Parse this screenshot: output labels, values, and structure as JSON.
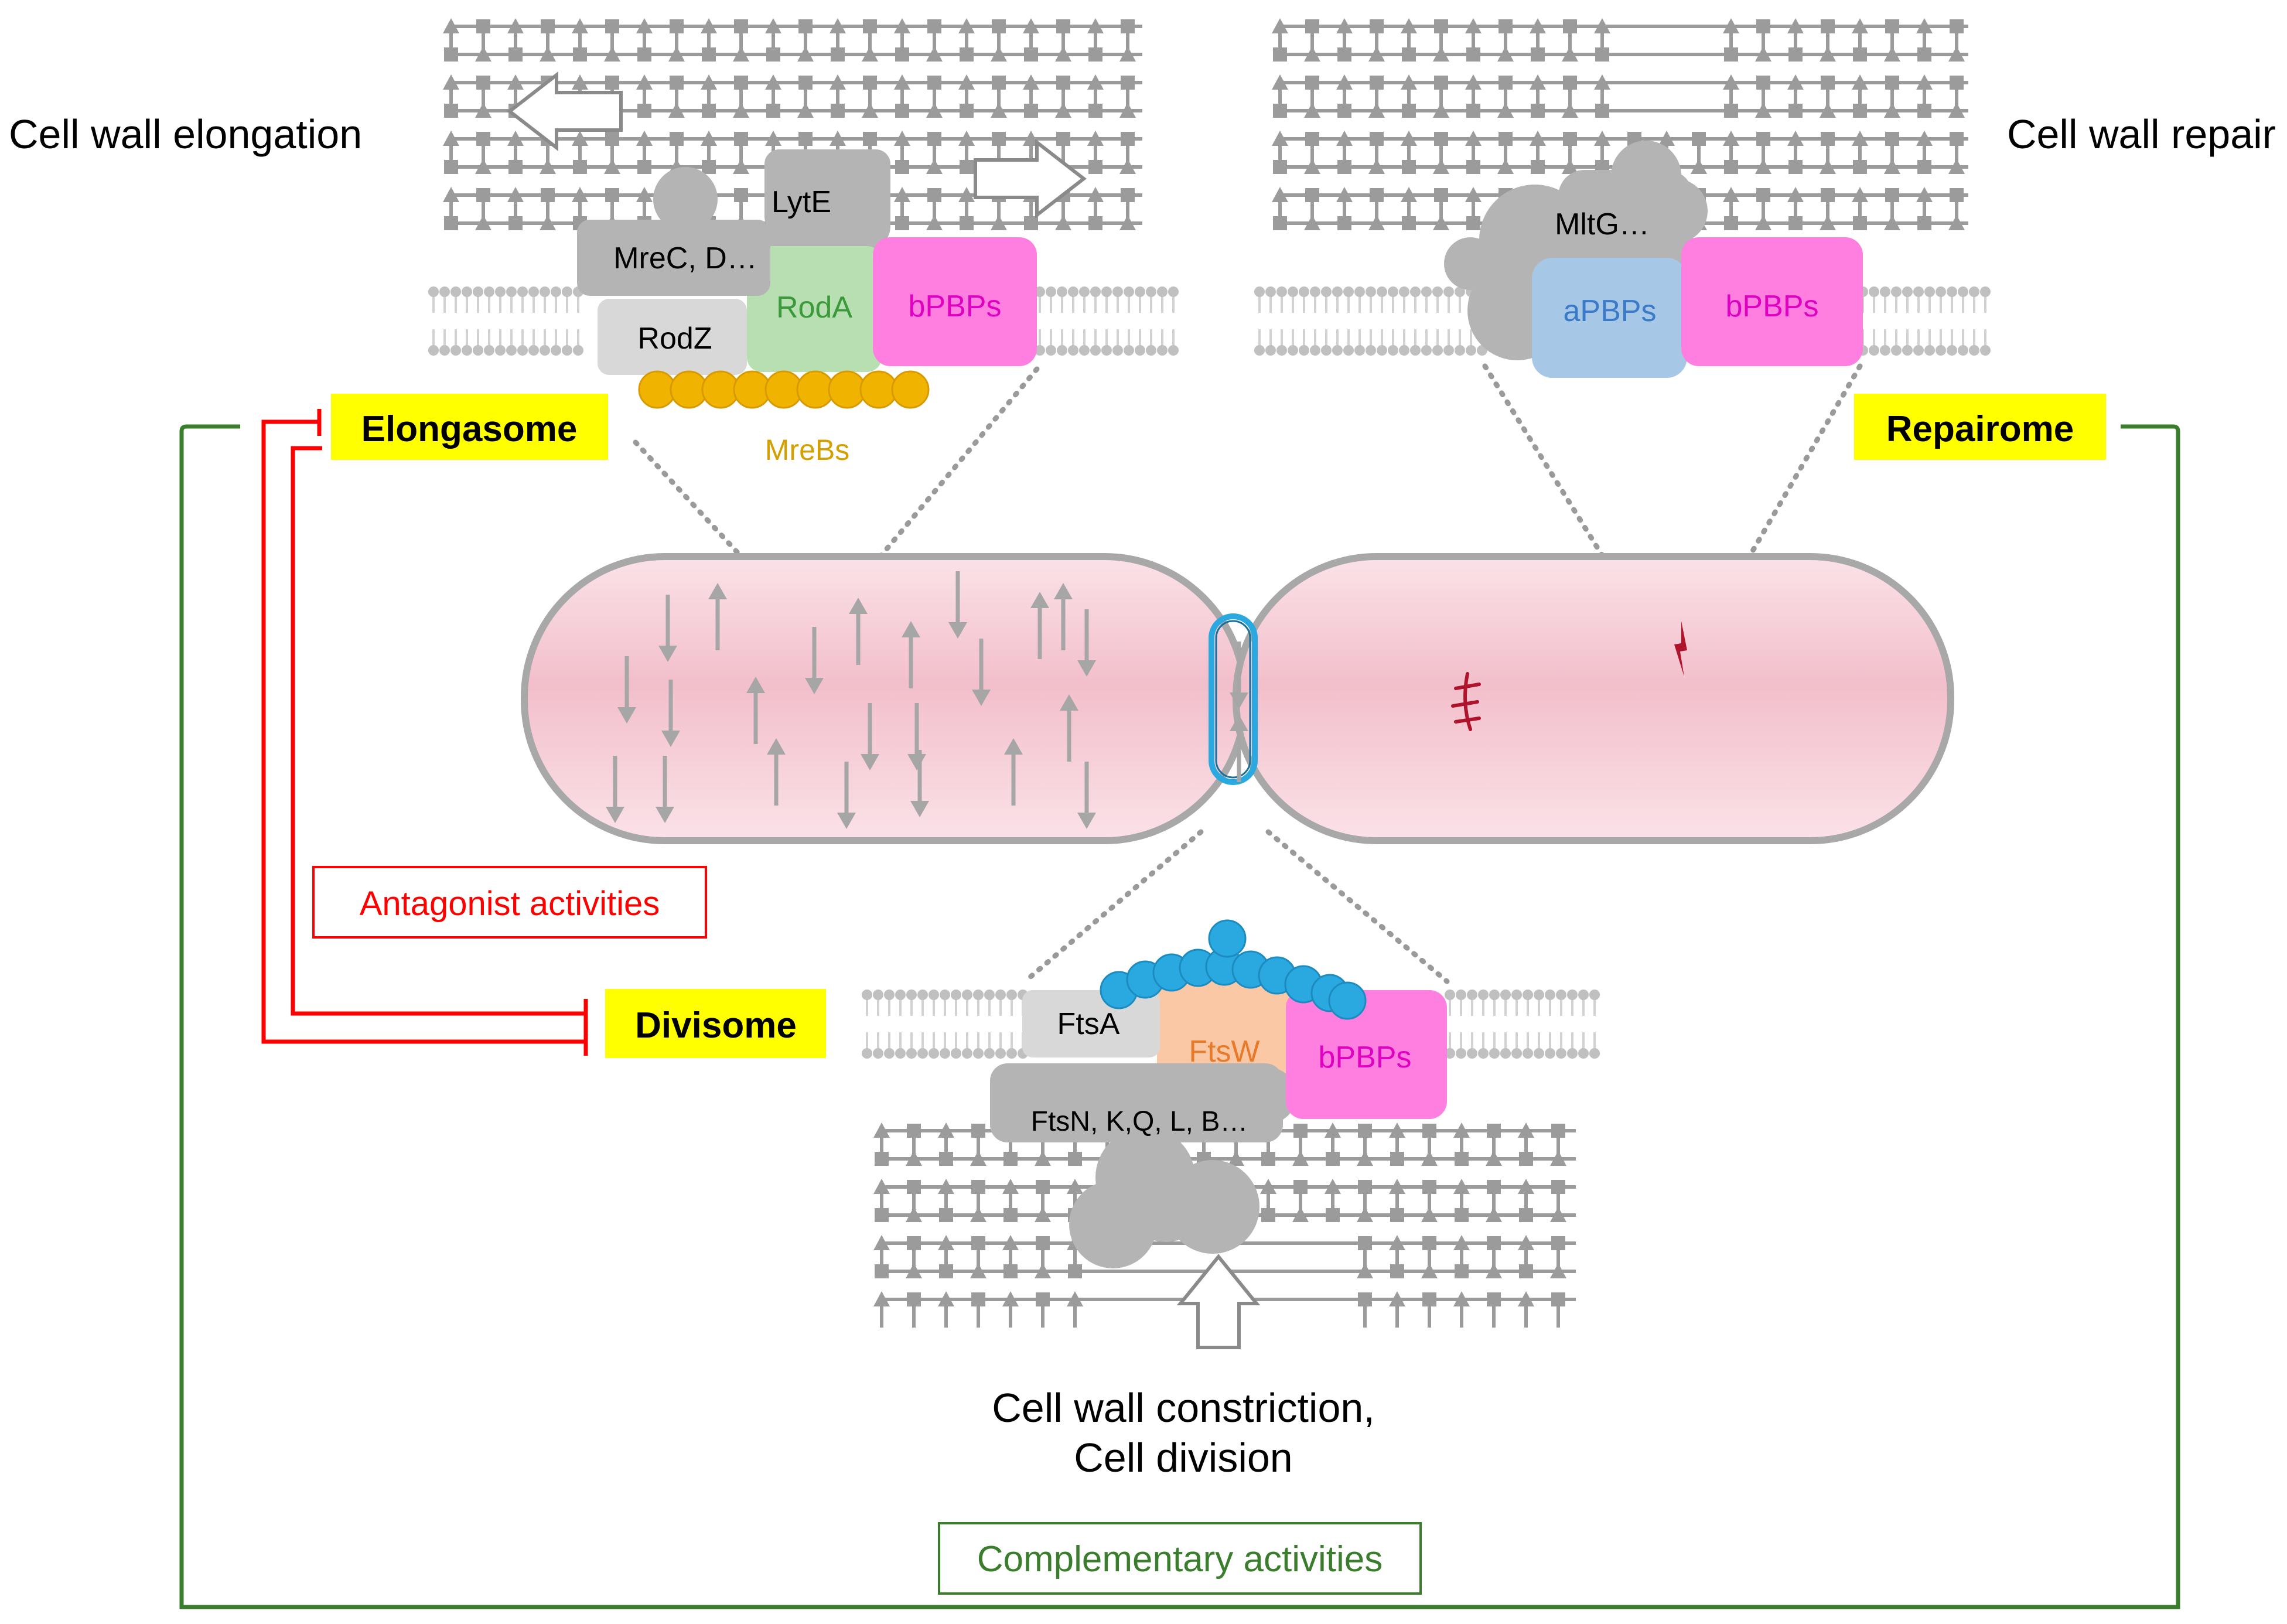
{
  "headings": {
    "elongation": "Cell wall elongation",
    "repair": "Cell wall repair",
    "constriction_line1": "Cell wall constriction,",
    "constriction_line2": "Cell division"
  },
  "complexes": {
    "elongasome": "Elongasome",
    "repairome": "Repairome",
    "divisome": "Divisome"
  },
  "relations": {
    "antagonist": "Antagonist activities",
    "complementary": "Complementary activities"
  },
  "proteins": {
    "elongasome": {
      "lyte": "LytE",
      "mrec": "MreC, D…",
      "roda": "RodA",
      "bpbps": "bPBPs",
      "rodz": "RodZ",
      "mrebs": "MreBs"
    },
    "repairome": {
      "mltg": "MltG…",
      "apbps": "aPBPs",
      "bpbps": "bPBPs"
    },
    "divisome": {
      "ftsa": "FtsA",
      "ftsw": "FtsW",
      "bpbps": "bPBPs",
      "ftsn": "FtsN, K,Q, L, B…"
    }
  },
  "colors": {
    "highlight": "#ffff00",
    "antagonist": "#ff0000",
    "complementary": "#3a7d2c",
    "roda": "#b7dfb2",
    "roda_text": "#3a9a3a",
    "bpbps": "#ff7fe0",
    "bpbps_text": "#e000c0",
    "apbps": "#a7c7e7",
    "apbps_text": "#3a7ac8",
    "ftsw": "#fbc8a6",
    "ftsw_text": "#e87a2a",
    "mreb": "#f0b400",
    "mrebs_text": "#d4a000",
    "ftsz": "#2aa8e0",
    "cell": "#f6c8d4",
    "wall": "#9a9a9a"
  }
}
